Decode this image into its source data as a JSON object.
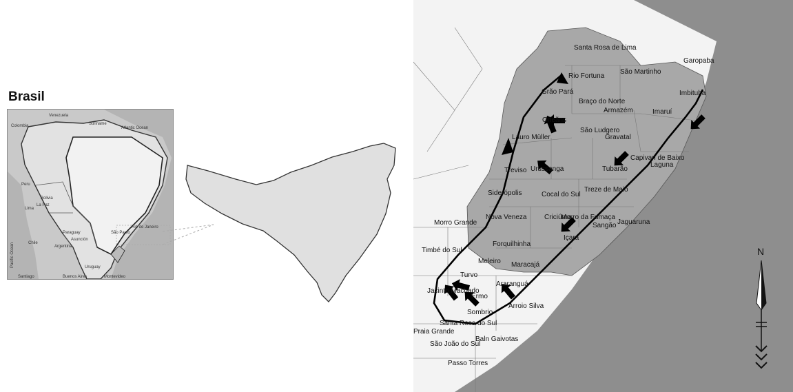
{
  "title": "Brasil",
  "brazil_map": {
    "ocean_labels": [
      "Atlantic Ocean",
      "Pacific Ocean"
    ],
    "country_labels": [
      "Venezuela",
      "Colombia",
      "Suriname",
      "Peru",
      "Bolivia",
      "Chile",
      "Paraguay",
      "Argentina",
      "Uruguay"
    ],
    "city_labels": [
      "Lima",
      "La Paz",
      "Asunción",
      "Santiago",
      "Buenos Aires",
      "Montevideo",
      "São Paulo",
      "Rio de Janeiro"
    ]
  },
  "municipalities": [
    "Santa Rosa de Lima",
    "Rio Fortuna",
    "São Martinho",
    "Garopaba",
    "Imbituba",
    "Grão Pará",
    "Braço do Norte",
    "Armazém",
    "Imaruí",
    "Orleãns",
    "São Ludgero",
    "Lauro Müller",
    "Gravatal",
    "Capivari de Baixo",
    "Treviso",
    "Urussanga",
    "Tubarão",
    "Laguna",
    "Siderópolis",
    "Cocal do Sul",
    "Treze de Maio",
    "Morro da Fumaça",
    "Sangão",
    "Jaguaruna",
    "Nova Veneza",
    "Criciúma",
    "Morro Grande",
    "Içara",
    "Forquilhinha",
    "Timbé do Sul",
    "Meleiro",
    "Maracajá",
    "Turvo",
    "Jacinto Machado",
    "Araranguá",
    "Ermo",
    "Arroio Silva",
    "Sombrio",
    "Santa Rosa do Sul",
    "Praia Grande",
    "São João do Sul",
    "Baln Gaivotas",
    "Passo Torres"
  ],
  "compass_label": "N",
  "colors": {
    "ocean": "#8e8e8e",
    "highlight_region": "#a8a8a8",
    "land": "#ececec",
    "sc_fill": "#e0e0e0"
  }
}
